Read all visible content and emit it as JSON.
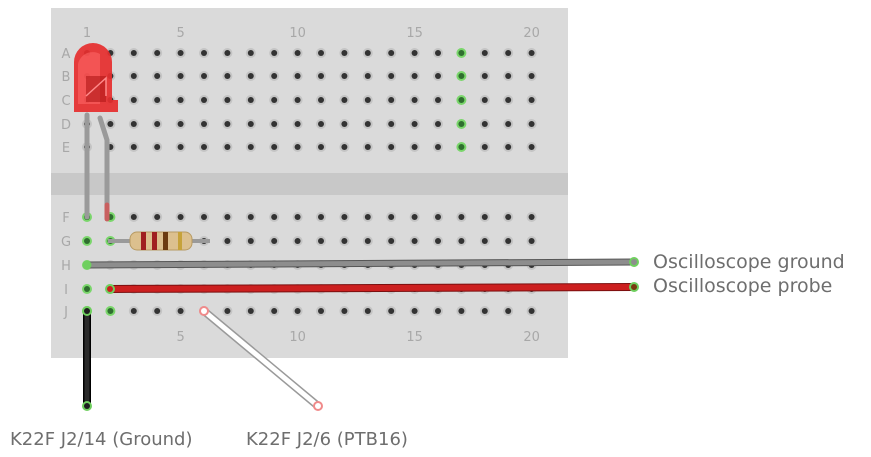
{
  "breadboard": {
    "column_numbers": [
      "1",
      "5",
      "10",
      "15",
      "20"
    ],
    "row_letters_top": [
      "A",
      "B",
      "C",
      "D",
      "E"
    ],
    "row_letters_bottom": [
      "F",
      "G",
      "H",
      "I",
      "J"
    ]
  },
  "labels": {
    "osc_ground": "Oscilloscope ground",
    "osc_probe": "Oscilloscope probe",
    "k22f_ground": "K22F J2/14 (Ground)",
    "k22f_signal": "K22F J2/6 (PTB16)"
  },
  "colors": {
    "board": "#d9d9d9",
    "hole": "#3a3a3a",
    "connected": "#6fcf5f",
    "wire_gray": "#8a8a8a",
    "wire_red": "#c81e1e",
    "wire_black": "#1e1e1e",
    "wire_white": "#ffffff",
    "led": "#e82727"
  }
}
